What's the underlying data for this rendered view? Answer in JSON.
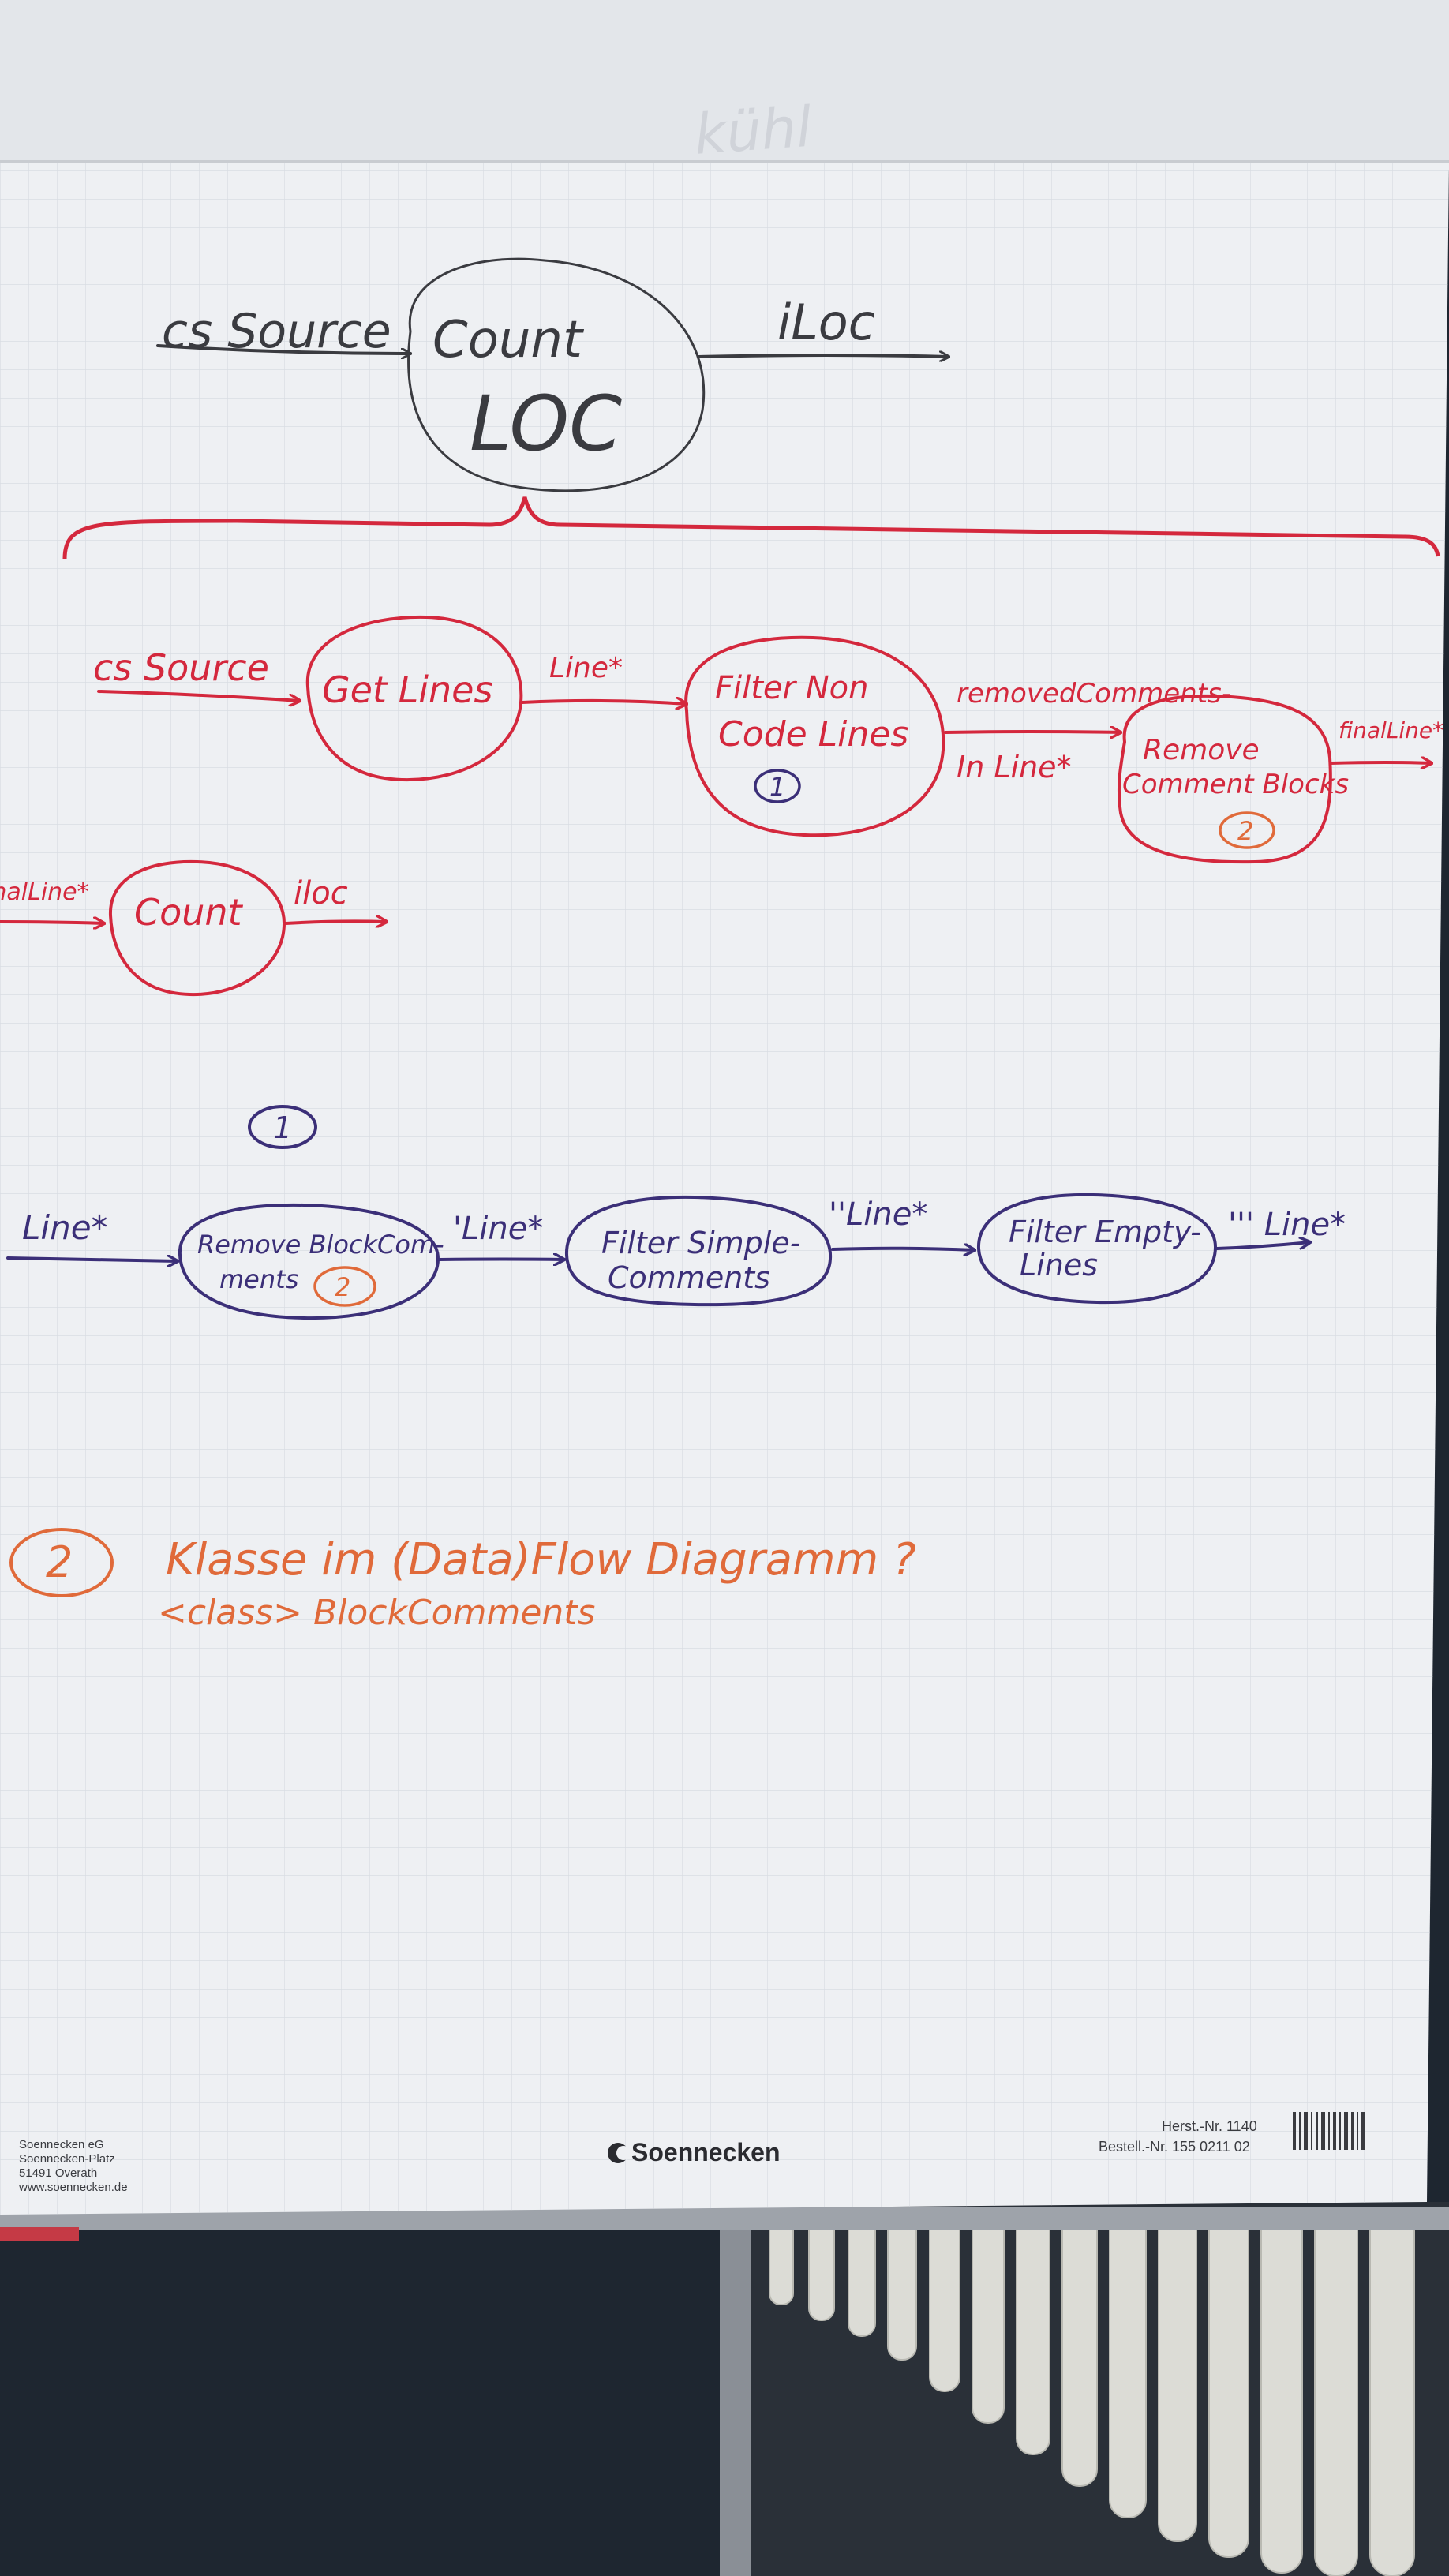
{
  "colors": {
    "paper": "#eef0f3",
    "grid": "#d9dde3",
    "black_marker": "#3a3b40",
    "red_marker": "#d4283d",
    "blue_marker": "#3b2f78",
    "orange_marker": "#e06a3a",
    "background": "#1e2630",
    "radiator": "#dcdcd6"
  },
  "top_diagram": {
    "input_label": "cs Source",
    "node_line1": "Count",
    "node_line2": "LOC",
    "output_label": "iLoc"
  },
  "red_diagram": {
    "input_label": "cs Source",
    "get_lines": "Get Lines",
    "edge_line": "Line*",
    "filter_line1": "Filter Non",
    "filter_line2": "Code Lines",
    "filter_badge": "1",
    "edge_removed_1": "removedComments-",
    "edge_removed_2": "In Line*",
    "remove_line1": "Remove",
    "remove_line2": "Comment Blocks",
    "remove_badge": "2",
    "final_out": "finalLine*",
    "final_in": "finalLine*",
    "count": "Count",
    "count_out": "iloc"
  },
  "blue_diagram": {
    "badge": "1",
    "input_label": "Line*",
    "remove_line1": "Remove BlockCom-",
    "remove_line2": "ments",
    "remove_badge": "2",
    "edge1": "'Line*",
    "filter_simple_line1": "Filter Simple-",
    "filter_simple_line2": "Comments",
    "edge2": "''Line*",
    "filter_empty_line1": "Filter Empty-",
    "filter_empty_line2": "Lines",
    "edge3": "''' Line*"
  },
  "note": {
    "badge": "2",
    "line1": "Klasse im (Data)Flow Diagramm ?",
    "line2": "<class> BlockComments"
  },
  "footer": {
    "company_lines": [
      "Soennecken eG",
      "Soennecken-Platz",
      "51491 Overath",
      "www.soennecken.de"
    ],
    "brand": "Soennecken",
    "herst": "Herst.-Nr. 1140",
    "bestell": "Bestell.-Nr. 155 0211 02"
  },
  "top_sheet_text": "kühl"
}
